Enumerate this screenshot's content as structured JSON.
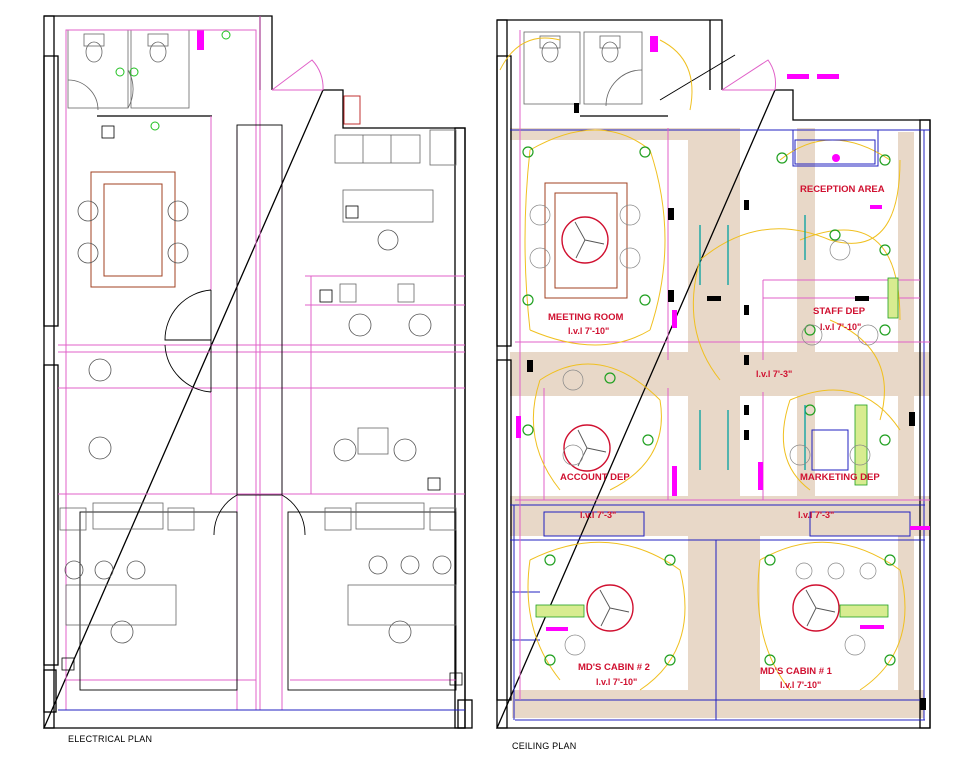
{
  "colors": {
    "wall": "#000000",
    "partition_pink": "#e060c8",
    "magenta": "#ff00ff",
    "furniture": "#666666",
    "blue_ceiling": "#2020c0",
    "yellow_wiring": "#f0c020",
    "red_label": "#d01030",
    "beam_fill": "#e8d8c8",
    "teal_light": "#00a0a0",
    "green_fixture": "#20c020"
  },
  "electrical_plan": {
    "title": "ELECTRICAL PLAN"
  },
  "ceiling_plan": {
    "title": "CEILING PLAN",
    "rooms": [
      {
        "name": "RECEPTION AREA",
        "level": ""
      },
      {
        "name": "MEETING ROOM",
        "level": "l.v.l 7'-10\""
      },
      {
        "name": "STAFF DEP",
        "level": "l.v.l 7'-10\""
      },
      {
        "name": "ACCOUNT DEP",
        "level": ""
      },
      {
        "name": "MARKETING DEP",
        "level": ""
      },
      {
        "name": "MD'S CABIN # 2",
        "level": "l.v.l 7'-10\""
      },
      {
        "name": "MD'S CABIN # 1",
        "level": "l.v.l 7'-10\""
      }
    ],
    "corridor_levels": [
      "l.v.l 7'-3\"",
      "l.v.l 7'-3\"",
      "l.v.l 7'-3\""
    ]
  }
}
